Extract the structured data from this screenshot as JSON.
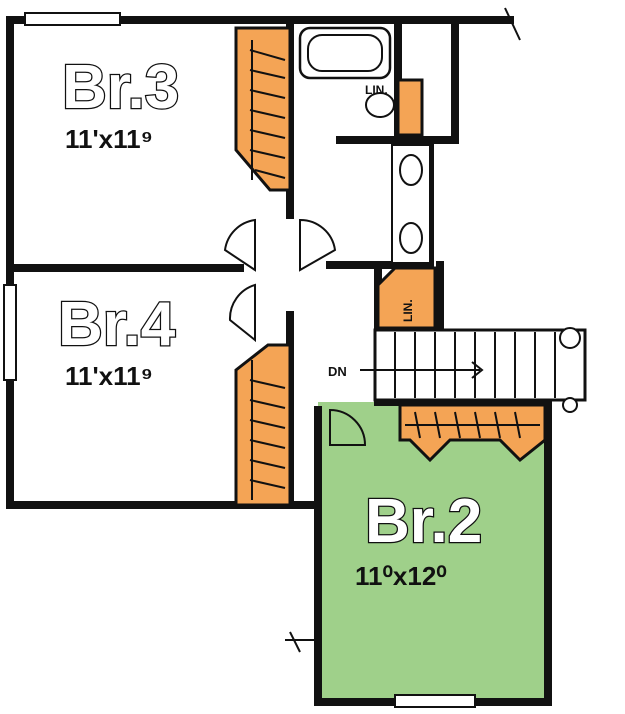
{
  "rooms": {
    "br3": {
      "name": "Br.3",
      "size": "11'x11⁹"
    },
    "br4": {
      "name": "Br.4",
      "size": "11'x11⁹"
    },
    "br2": {
      "name": "Br.2",
      "size": "11⁰x12⁰"
    }
  },
  "labels": {
    "linen_upper": "LIN.",
    "linen_lower": "LIN.",
    "stairs": "DN"
  },
  "colors": {
    "closet": "#f4a455",
    "br2_floor": "#9fd08a",
    "walls": "#111111"
  }
}
